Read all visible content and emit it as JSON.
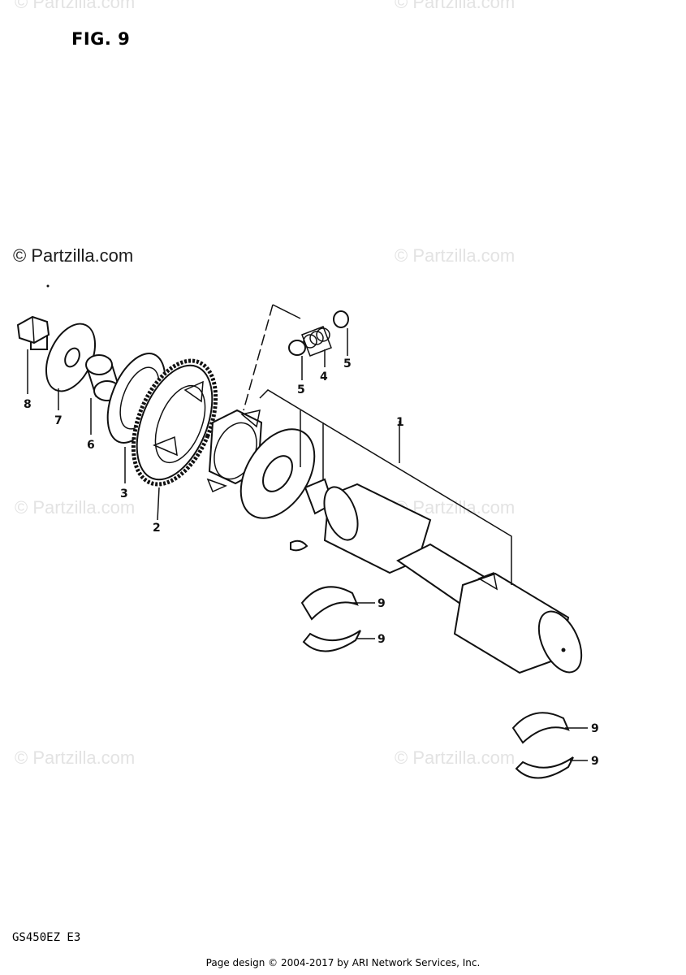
{
  "figure_title": "FIG. 9",
  "model_code": "GS450EZ  E3",
  "footer": "Page design © 2004-2017 by ARI Network Services, Inc.",
  "watermarks": {
    "main": "© Partzilla.com",
    "faint": "© Partzilla.com"
  },
  "callouts": {
    "c1": "1",
    "c2": "2",
    "c3": "3",
    "c4": "4",
    "c5a": "5",
    "c5b": "5",
    "c6": "6",
    "c7": "7",
    "c8": "8",
    "c9a": "9",
    "c9b": "9",
    "c9c": "9",
    "c9d": "9"
  }
}
